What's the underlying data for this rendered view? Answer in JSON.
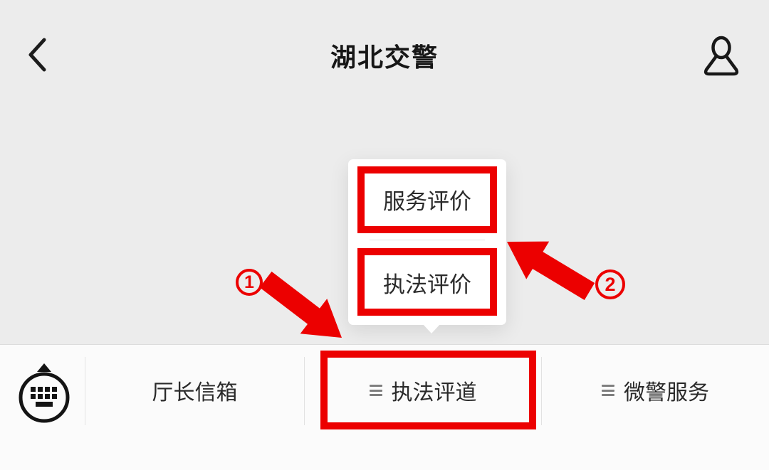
{
  "colors": {
    "annotation_red": "#ec0000",
    "content_bg": "#ececec",
    "bottombar_bg": "#fbfbfb",
    "popup_bg": "#ffffff",
    "title_text": "#161616",
    "menu_text": "#2a2a2a"
  },
  "header": {
    "title": "湖北交警",
    "icons": {
      "back": "chevron-left-icon",
      "profile": "person-icon"
    }
  },
  "popup_menu": {
    "items": [
      {
        "label": "服务评价"
      },
      {
        "label": "执法评价"
      }
    ]
  },
  "annotations": {
    "steps": [
      {
        "number": "1"
      },
      {
        "number": "2"
      }
    ]
  },
  "bottom_menu": {
    "icons": {
      "keyboard": "keyboard-icon",
      "submenu": "menu-lines-icon"
    },
    "items": [
      {
        "label": "厅长信箱",
        "has_submenu": false,
        "highlighted": false
      },
      {
        "label": "执法评道",
        "has_submenu": true,
        "highlighted": true
      },
      {
        "label": "微警服务",
        "has_submenu": true,
        "highlighted": false
      }
    ]
  }
}
